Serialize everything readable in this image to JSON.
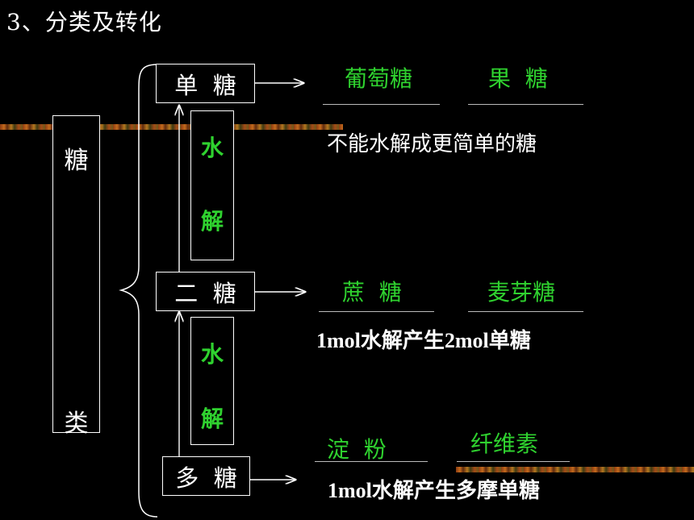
{
  "title": "3、分类及转化",
  "main_box": {
    "top_char": "糖",
    "bottom_char": "类"
  },
  "levels": {
    "mono": {
      "label": "单  糖",
      "examples": [
        "葡萄糖",
        "果  糖"
      ],
      "description": "不能水解成更简单的糖"
    },
    "di": {
      "label": "二  糖",
      "examples": [
        "蔗  糖",
        "麦芽糖"
      ],
      "description": "1mol水解产生2mol单糖"
    },
    "poly": {
      "label": "多  糖",
      "examples": [
        "淀  粉",
        "纤维素"
      ],
      "description": "1mol水解产生多摩单糖"
    }
  },
  "hydrolysis_upper": [
    "水",
    "解"
  ],
  "hydrolysis_lower": [
    "水",
    "解"
  ],
  "colors": {
    "background": "#000000",
    "text": "#ffffff",
    "highlight": "#2fd22f"
  }
}
